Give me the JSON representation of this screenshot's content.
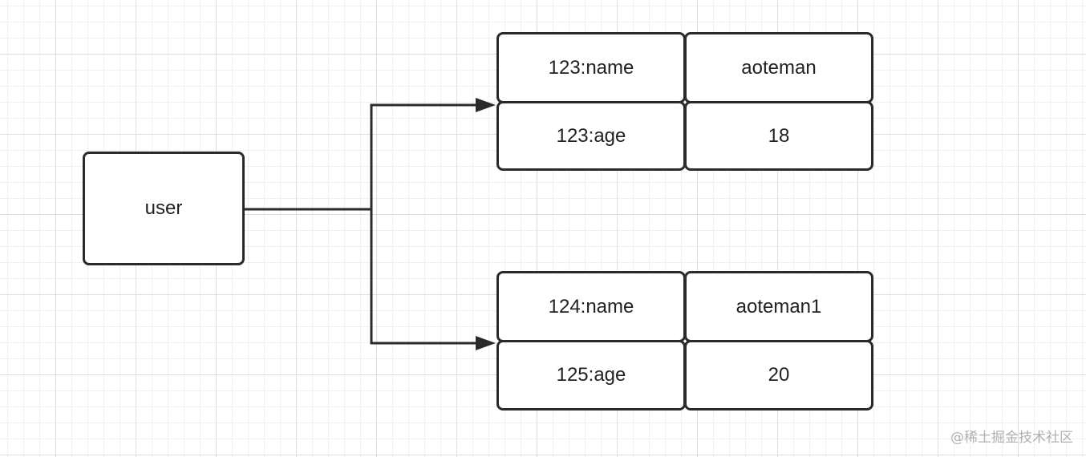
{
  "diagram": {
    "source_node": {
      "label": "user"
    },
    "hashes": [
      {
        "rows": [
          {
            "field": "123:name",
            "value": "aoteman"
          },
          {
            "field": "123:age",
            "value": "18"
          }
        ]
      },
      {
        "rows": [
          {
            "field": "124:name",
            "value": "aoteman1"
          },
          {
            "field": "125:age",
            "value": "20"
          }
        ]
      }
    ]
  },
  "colors": {
    "stroke": "#2a2a2a",
    "grid_major": "#dedede",
    "grid_minor": "#f0f0f0",
    "watermark": "#b0b0b0"
  },
  "watermark": {
    "text": "@稀土掘金技术社区"
  }
}
